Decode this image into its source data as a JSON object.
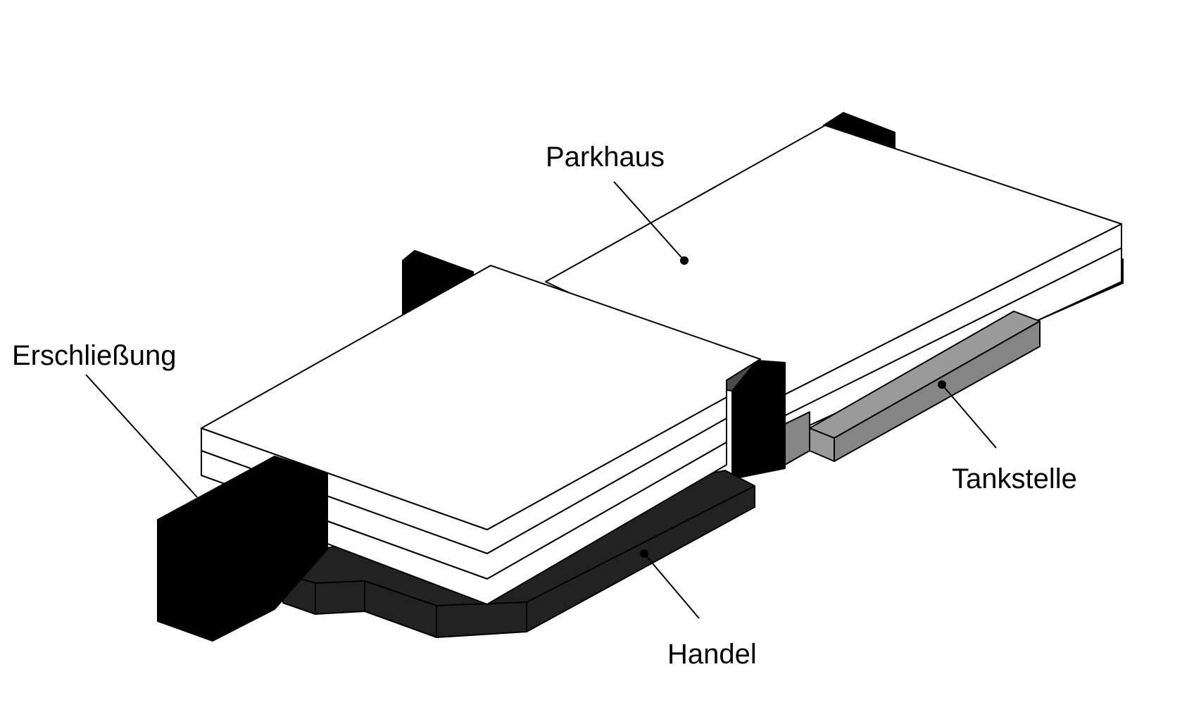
{
  "labels": {
    "parkhaus": "Parkhaus",
    "erschliessung": "Erschließung",
    "tankstelle": "Tankstelle",
    "handel": "Handel"
  },
  "colors": {
    "background": "#ffffff",
    "line": "#000000",
    "white_mass": "#ffffff",
    "black_mass": "#000000",
    "dark_gray_mass": "#222222",
    "medium_gray_mass": "#858585",
    "slab_gray": "#4a4a4a"
  }
}
